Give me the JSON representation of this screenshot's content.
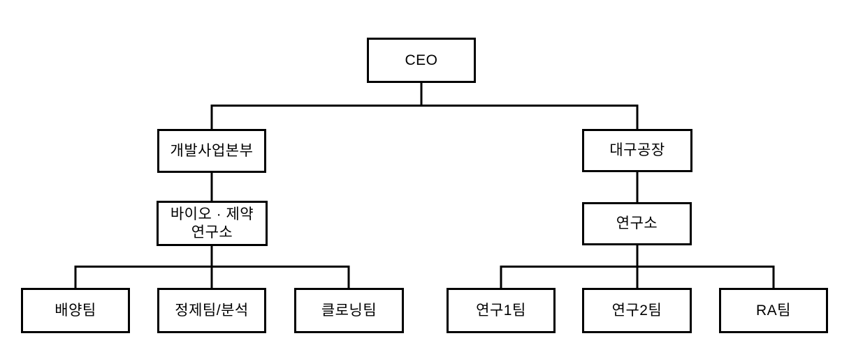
{
  "diagram": {
    "type": "org-chart",
    "background_color": "#ffffff",
    "box_border_color": "#000000",
    "line_color": "#000000",
    "text_color": "#000000",
    "nodes": {
      "ceo": {
        "label": "CEO"
      },
      "dev_business_division": {
        "label": "개발사업본부"
      },
      "bio_pharma_research_center": {
        "label": "바이오 · 제약\n연구소"
      },
      "culture_team": {
        "label": "배양팀"
      },
      "purification_analysis_team": {
        "label": "정제팀/분석"
      },
      "cloning_team": {
        "label": "클로닝팀"
      },
      "daegu_plant": {
        "label": "대구공장"
      },
      "research_center": {
        "label": "연구소"
      },
      "research_team_1": {
        "label": "연구1팀"
      },
      "research_team_2": {
        "label": "연구2팀"
      },
      "ra_team": {
        "label": "RA팀"
      }
    },
    "hierarchy": {
      "CEO": [
        "개발사업본부",
        "대구공장"
      ],
      "개발사업본부": [
        "바이오 · 제약 연구소"
      ],
      "바이오 · 제약 연구소": [
        "배양팀",
        "정제팀/분석",
        "클로닝팀"
      ],
      "대구공장": [
        "연구소"
      ],
      "연구소": [
        "연구1팀",
        "연구2팀",
        "RA팀"
      ]
    }
  }
}
